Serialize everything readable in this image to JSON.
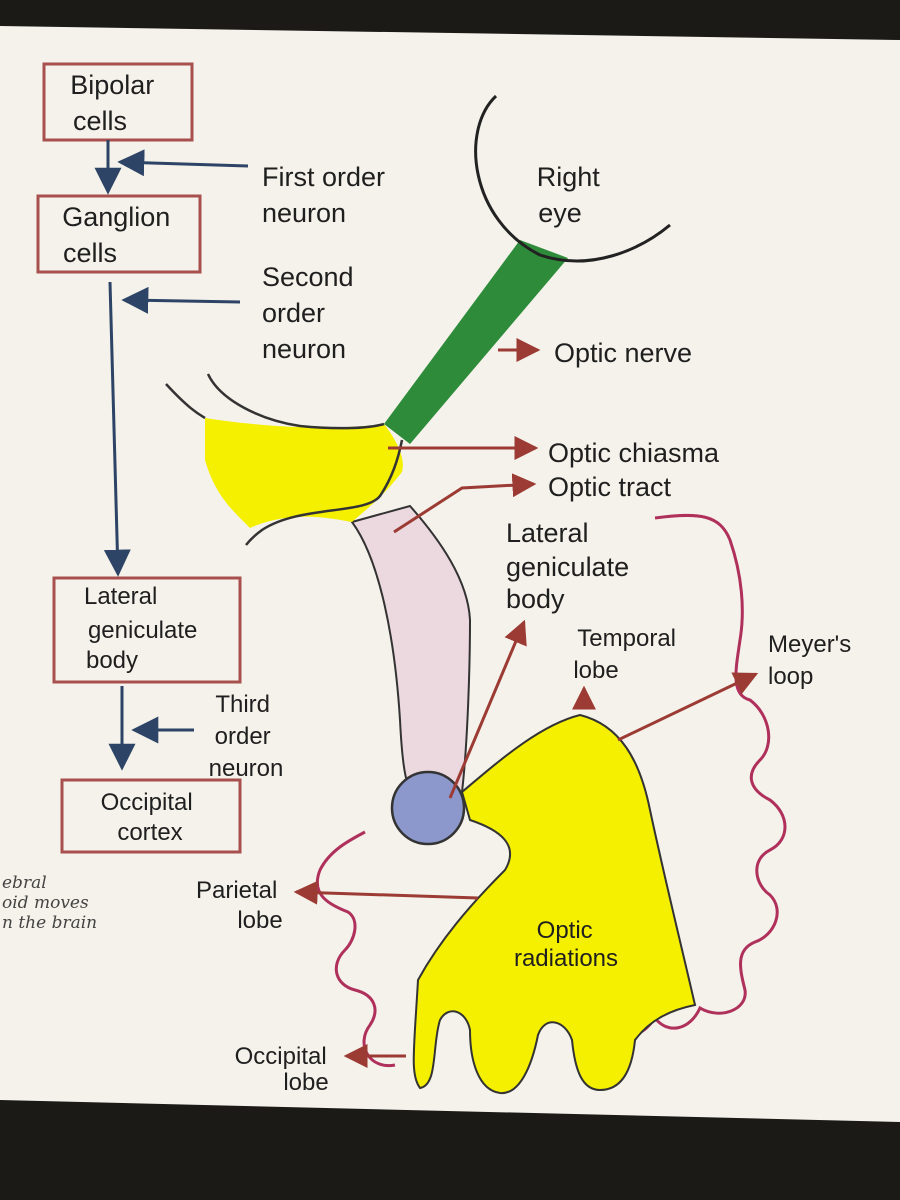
{
  "flowchart": {
    "bipolar": [
      "Bipolar",
      "cells"
    ],
    "ganglion": [
      "Ganglion",
      "cells"
    ],
    "lgb": [
      "Lateral",
      "geniculate",
      "body"
    ],
    "occipital": [
      "Occipital",
      "cortex"
    ],
    "first_order": [
      "First order",
      "neuron"
    ],
    "second_order": [
      "Second",
      "order",
      "neuron"
    ],
    "third_order": [
      "Third",
      "order",
      "neuron"
    ]
  },
  "pathway": {
    "right_eye": [
      "Right",
      "eye"
    ],
    "optic_nerve": "Optic nerve",
    "optic_chiasma": "Optic chiasma",
    "optic_tract": "Optic tract",
    "lgb": [
      "Lateral",
      "geniculate",
      "body"
    ],
    "temporal_lobe": [
      "Temporal",
      "lobe"
    ],
    "meyers_loop": [
      "Meyer's",
      "loop"
    ],
    "parietal_lobe": [
      "Parietal",
      "lobe"
    ],
    "optic_radiations": [
      "Optic",
      "radiations"
    ],
    "occipital_lobe": [
      "Occipital",
      "lobe"
    ]
  },
  "handwritten_note": [
    "ebral",
    "oid moves",
    "n the brain"
  ],
  "colors": {
    "box_border": "#a8504e",
    "flow_arrow": "#2d4466",
    "label_arrow": "#9c3a34",
    "nerve_green": "#2e8b3a",
    "chiasma_yellow": "#f5f000",
    "tract_pink": "#ecd8df",
    "lgb_blue": "#8c98cc",
    "cortex_outline": "#b0305c",
    "background": "#f4f2ea"
  }
}
